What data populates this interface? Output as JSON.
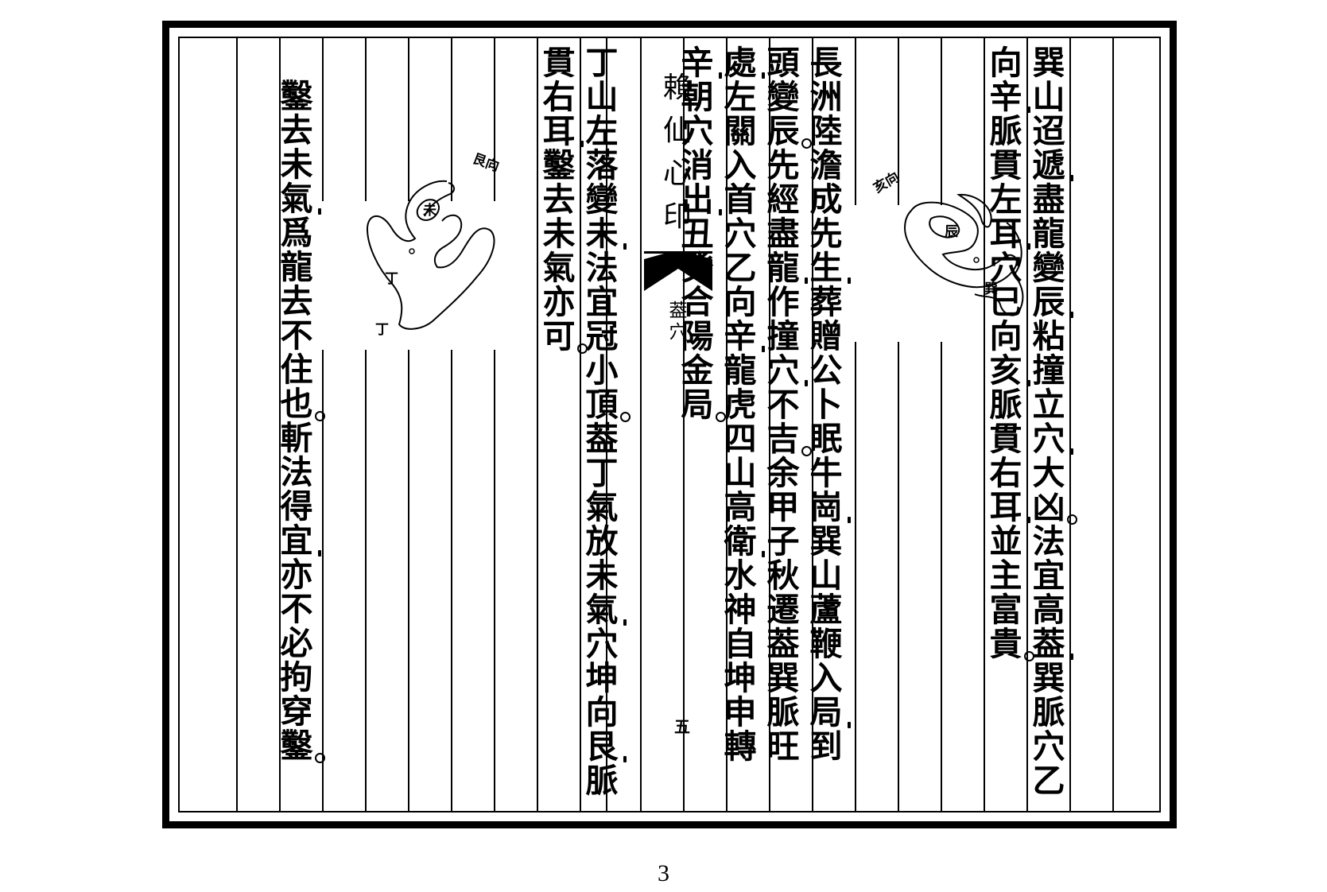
{
  "page_number": "3",
  "folio": {
    "book_title": "賴仙心印",
    "section": "葢穴",
    "leaf": "五"
  },
  "columns": [
    "巽山迢遞、盡龍變辰、粘撞立穴、大凶。法宜高葢、巽脈穴乙",
    "向辛、脈貫左耳、穴巳向亥、脈貫右耳、並主富貴。",
    "",
    "長洲陸澹成先生、葬贈公卜眠牛崗、巽山蘆鞭入局、到",
    "頭變辰。先經盡龍、作撞穴、不吉。余甲子秋遷葢巽脈旺",
    "處、左關入首穴乙向辛、龍虎四山高衛、水神自坤申轉",
    "辛、朝穴消出、丑癸合陽金局。",
    "丁山左落變未、法宜冠小頂。葢丁氣放未氣、穴坤向艮、脈",
    "貫右耳、鑿去未氣亦可。",
    "鑿去未氣、爲龍去不住也。斬法得宜、亦不必拘穿鑿。"
  ],
  "diagram_right": {
    "direction_label": "亥向",
    "inner_label": "辰",
    "lower_label": "巽"
  },
  "diagram_left": {
    "direction_label": "艮向",
    "inner_label": "未",
    "lower_label_1": "丁",
    "lower_label_2": "丁"
  }
}
